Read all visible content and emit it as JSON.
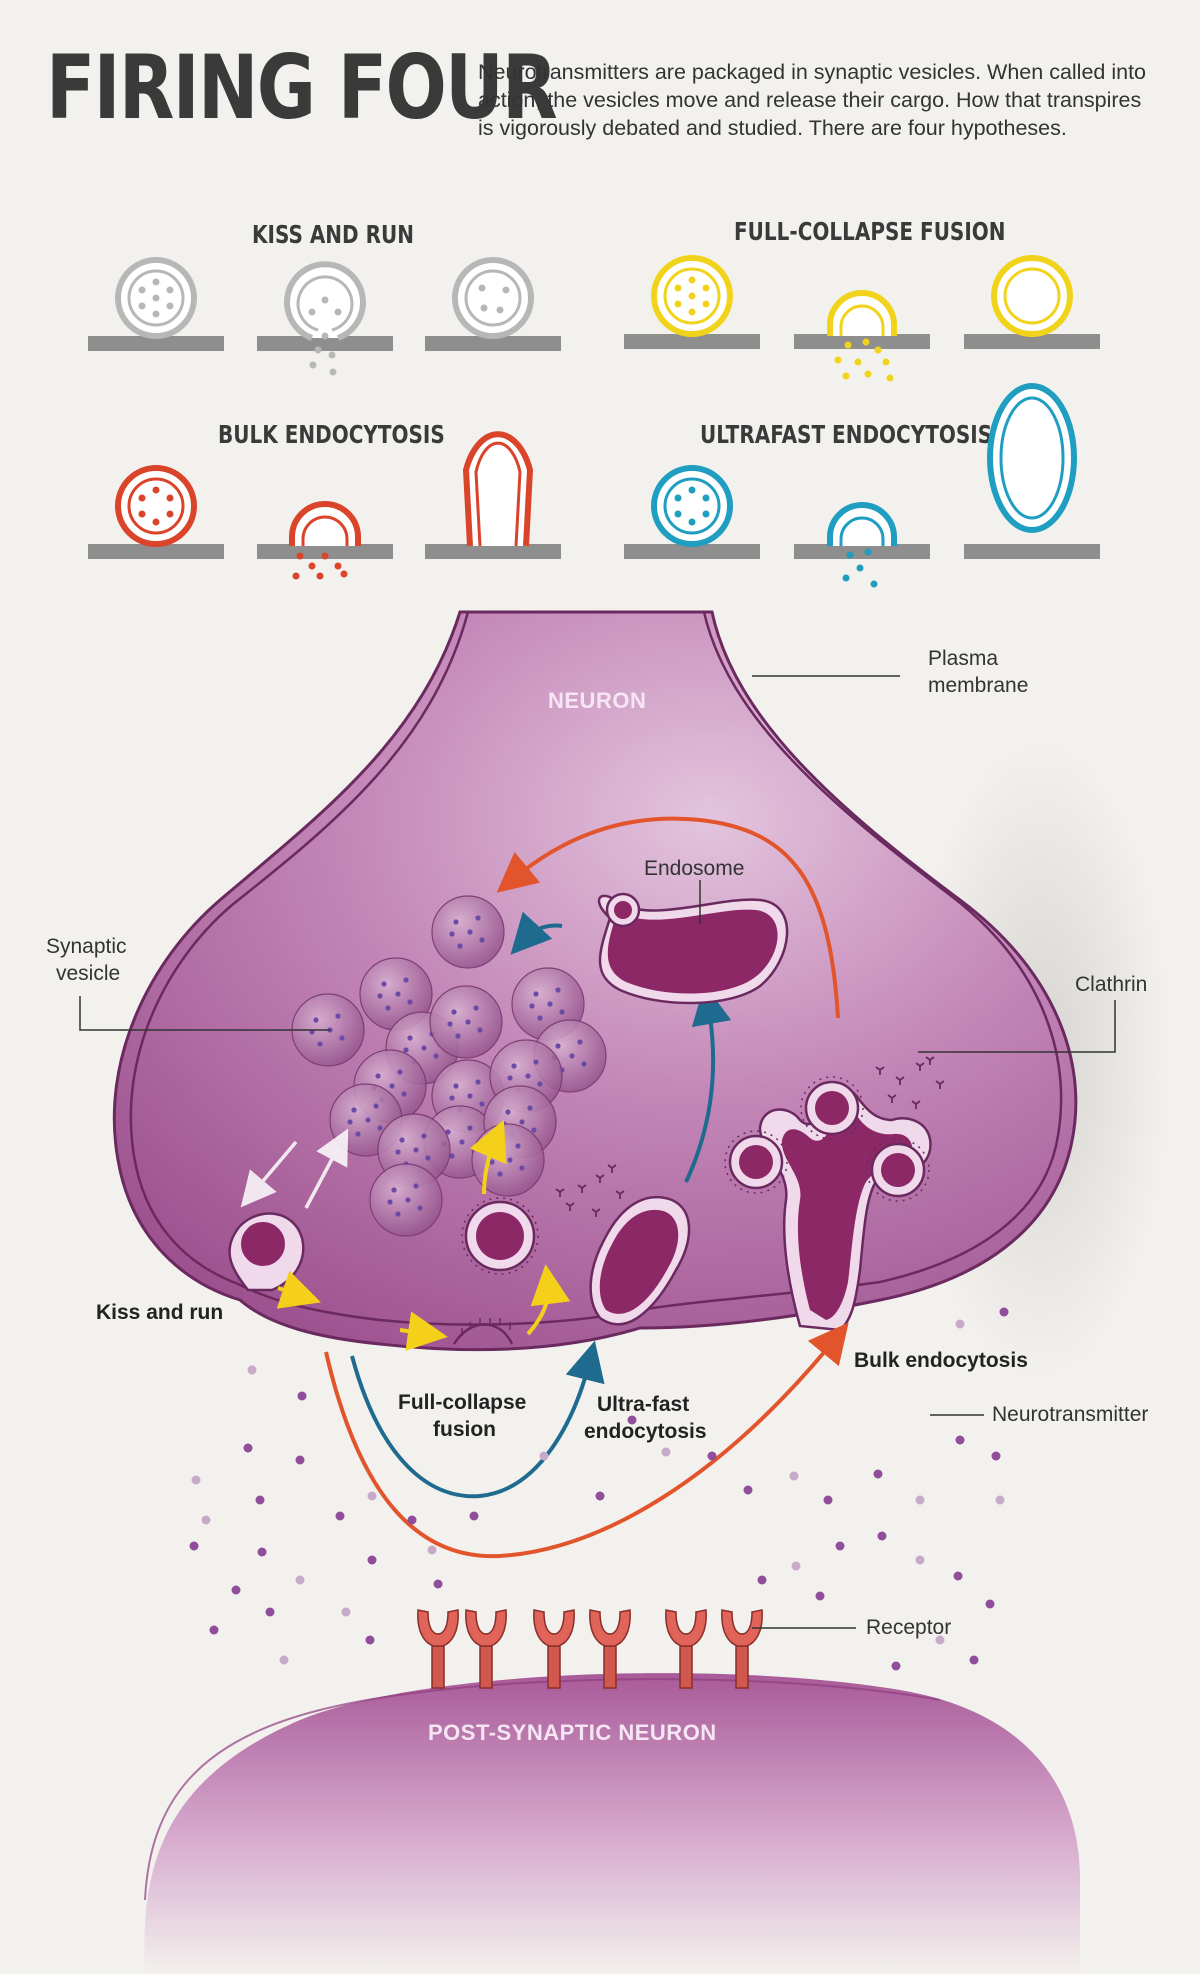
{
  "header": {
    "title": "FIRING FOUR",
    "intro": "Neurotransmitters are packaged in synaptic vesicles. When called into action, the vesicles move and release their cargo. How that transpires is vigorously debated and studied. There are four hypotheses."
  },
  "hypotheses": {
    "kiss_and_run": "KISS AND RUN",
    "full_collapse": "FULL-COLLAPSE FUSION",
    "bulk": "BULK ENDOCYTOSIS",
    "ultrafast": "ULTRAFAST ENDOCYTOSIS"
  },
  "colors": {
    "kiss": "#b7b7b7",
    "full": "#f2d31b",
    "bulk": "#d9442b",
    "ultra": "#1f9ec2",
    "neuron": "#b56aa6",
    "arrow_red": "#e2552c",
    "arrow_blue": "#1f6b8f",
    "arrow_yellow": "#f4d01a"
  },
  "labels": {
    "neuron": "NEURON",
    "plasma_membrane_l1": "Plasma",
    "plasma_membrane_l2": "membrane",
    "endosome": "Endosome",
    "synaptic_vesicle_l1": "Synaptic",
    "synaptic_vesicle_l2": "vesicle",
    "clathrin": "Clathrin",
    "kiss_and_run": "Kiss and run",
    "full_collapse_l1": "Full-collapse",
    "full_collapse_l2": "fusion",
    "ultrafast_l1": "Ultra-fast",
    "ultrafast_l2": "endocytosis",
    "bulk": "Bulk endocytosis",
    "neurotransmitter": "Neurotransmitter",
    "receptor": "Receptor",
    "post_synaptic": "POST-SYNAPTIC NEURON"
  }
}
